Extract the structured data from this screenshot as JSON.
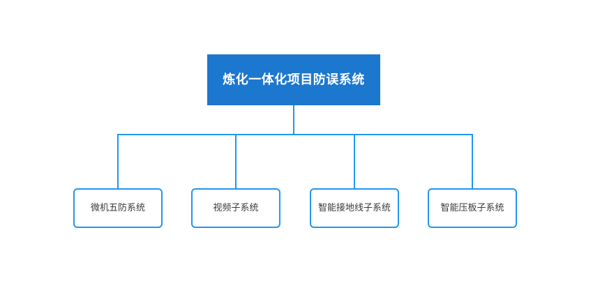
{
  "diagram": {
    "type": "organization-tree",
    "background_color": "#FFFFFF",
    "connector_color": "#2196EE",
    "root": {
      "label": "炼化一体化项目防误系统",
      "fill_color": "#1C77CE",
      "text_color": "#FFFFFF"
    },
    "children": [
      {
        "label": "微机五防系统",
        "fill_color": "#FFFFFF",
        "border_color": "#2196EE",
        "text_color": "#3A3A3A"
      },
      {
        "label": "视频子系统",
        "fill_color": "#FFFFFF",
        "border_color": "#2196EE",
        "text_color": "#3A3A3A"
      },
      {
        "label": "智能接地线子系统",
        "fill_color": "#FFFFFF",
        "border_color": "#2196EE",
        "text_color": "#3A3A3A"
      },
      {
        "label": "智能压板子系统",
        "fill_color": "#FFFFFF",
        "border_color": "#2196EE",
        "text_color": "#3A3A3A"
      }
    ]
  }
}
